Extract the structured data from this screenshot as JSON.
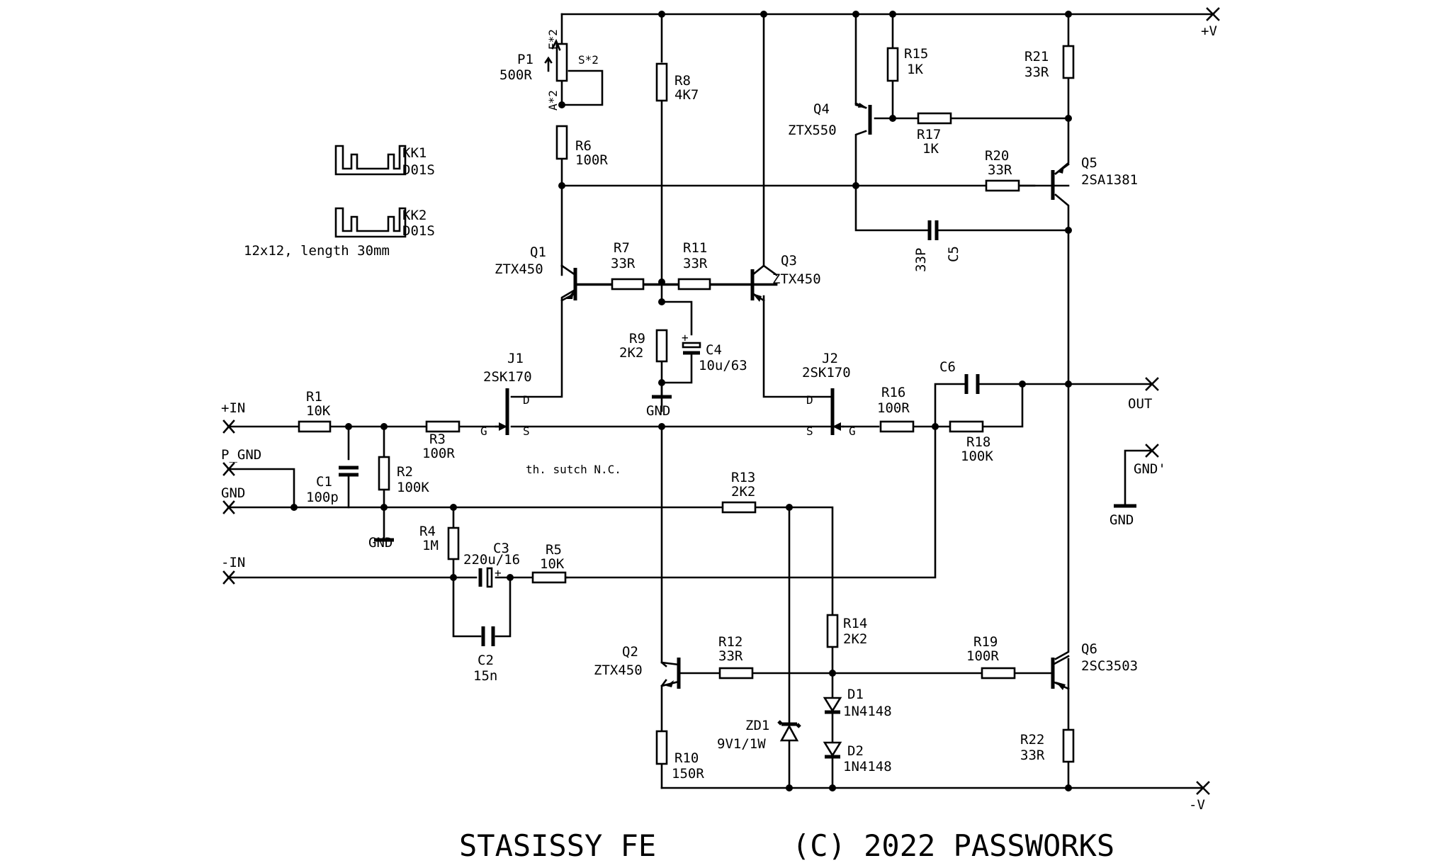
{
  "title": "STASISSY FE",
  "copyright": "(C) 2022 PASSWORKS",
  "ports": {
    "vplus": "+V",
    "vminus": "-V",
    "in_plus": "+IN",
    "in_minus": "-IN",
    "p_gnd": "P_GND",
    "gnd": "GND",
    "out": "OUT",
    "gnd_prime": "GND'"
  },
  "labels": {
    "p1_ref": "P1",
    "p1_val": "500R",
    "p1_e": "E*2",
    "p1_s": "S*2",
    "p1_a": "A*2",
    "r6_ref": "R6",
    "r6_val": "100R",
    "r8_ref": "R8",
    "r8_val": "4K7",
    "r15_ref": "R15",
    "r15_val": "1K",
    "r21_ref": "R21",
    "r21_val": "33R",
    "q4_ref": "Q4",
    "q4_val": "ZTX550",
    "r17_ref": "R17",
    "r17_val": "1K",
    "r20_ref": "R20",
    "r20_val": "33R",
    "q5_ref": "Q5",
    "q5_val": "2SA1381",
    "c5_ref": "C5",
    "c5_val": "33P",
    "kk1_ref": "KK1",
    "kk1_val": "D01S",
    "kk2_ref": "KK2",
    "kk2_val": "D01S",
    "heatsink_note": "12x12, length 30mm",
    "q1_ref": "Q1",
    "q1_val": "ZTX450",
    "r7_ref": "R7",
    "r7_val": "33R",
    "r11_ref": "R11",
    "r11_val": "33R",
    "q3_ref": "Q3",
    "q3_val": "ZTX450",
    "r9_ref": "R9",
    "r9_val": "2K2",
    "c4_ref": "C4",
    "c4_val": "10u/63",
    "j1_ref": "J1",
    "j1_val": "2SK170",
    "j2_ref": "J2",
    "j2_val": "2SK170",
    "c6_ref": "C6",
    "r1_ref": "R1",
    "r1_val": "10K",
    "r3_ref": "R3",
    "r3_val": "100R",
    "r16_ref": "R16",
    "r16_val": "100R",
    "r18_ref": "R18",
    "r18_val": "100K",
    "c1_ref": "C1",
    "c1_val": "100p",
    "r2_ref": "R2",
    "r2_val": "100K",
    "note_switch": "th. sutch N.C.",
    "r13_ref": "R13",
    "r13_val": "2K2",
    "r4_ref": "R4",
    "r4_val": "1M",
    "c3_ref": "C3",
    "c3_val": "220u/16",
    "r5_ref": "R5",
    "r5_val": "10K",
    "c2_ref": "C2",
    "c2_val": "15n",
    "r14_ref": "R14",
    "r14_val": "2K2",
    "q2_ref": "Q2",
    "q2_val": "ZTX450",
    "r12_ref": "R12",
    "r12_val": "33R",
    "r19_ref": "R19",
    "r19_val": "100R",
    "q6_ref": "Q6",
    "q6_val": "2SC3503",
    "d1_ref": "D1",
    "d1_val": "1N4148",
    "d2_ref": "D2",
    "d2_val": "1N4148",
    "zd1_ref": "ZD1",
    "zd1_val": "9V1/1W",
    "r10_ref": "R10",
    "r10_val": "150R",
    "r22_ref": "R22",
    "r22_val": "33R",
    "pin_d": "D",
    "pin_g": "G",
    "pin_s": "S",
    "plus": "+"
  }
}
